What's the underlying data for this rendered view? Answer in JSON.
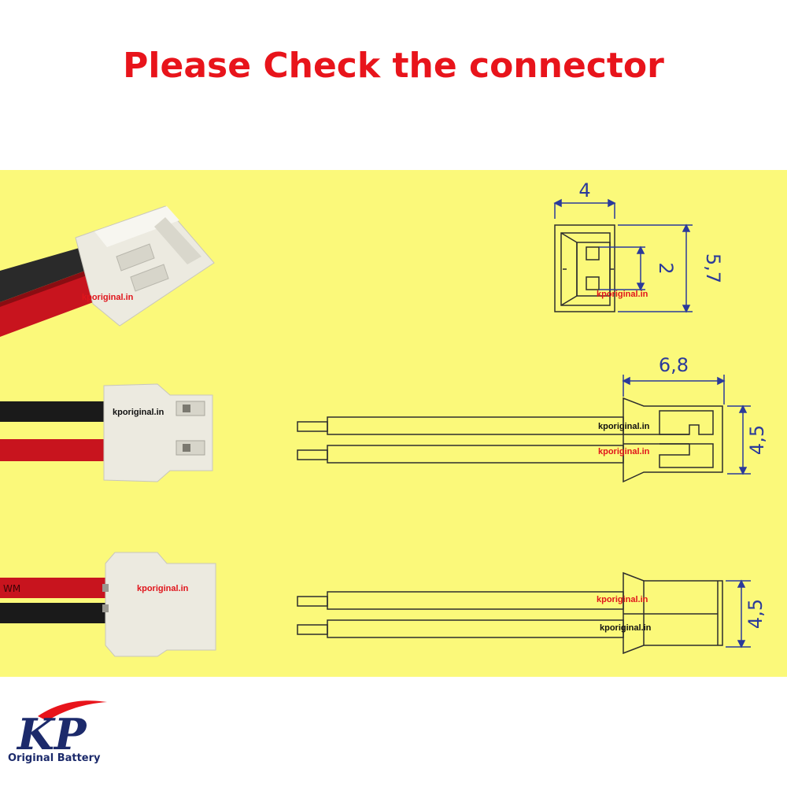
{
  "title": "Please Check the connector",
  "watermark": "kporiginal.in",
  "dimensions": {
    "top_width": "4",
    "top_pitch": "2",
    "top_height": "5,7",
    "side_length": "6,8",
    "side_height": "4,5",
    "bottom_height": "4,5"
  },
  "photo_label": "WM",
  "logo": {
    "letters": "KP",
    "tagline": "Original Battery"
  },
  "colors": {
    "title": "#e8141b",
    "panel": "#fbf97a",
    "dimension": "#2b3a9a",
    "watermark_red": "#e0141b",
    "wire_red": "#c8141e",
    "wire_black": "#1a1a1a",
    "logo_blue": "#1c2a6b"
  }
}
